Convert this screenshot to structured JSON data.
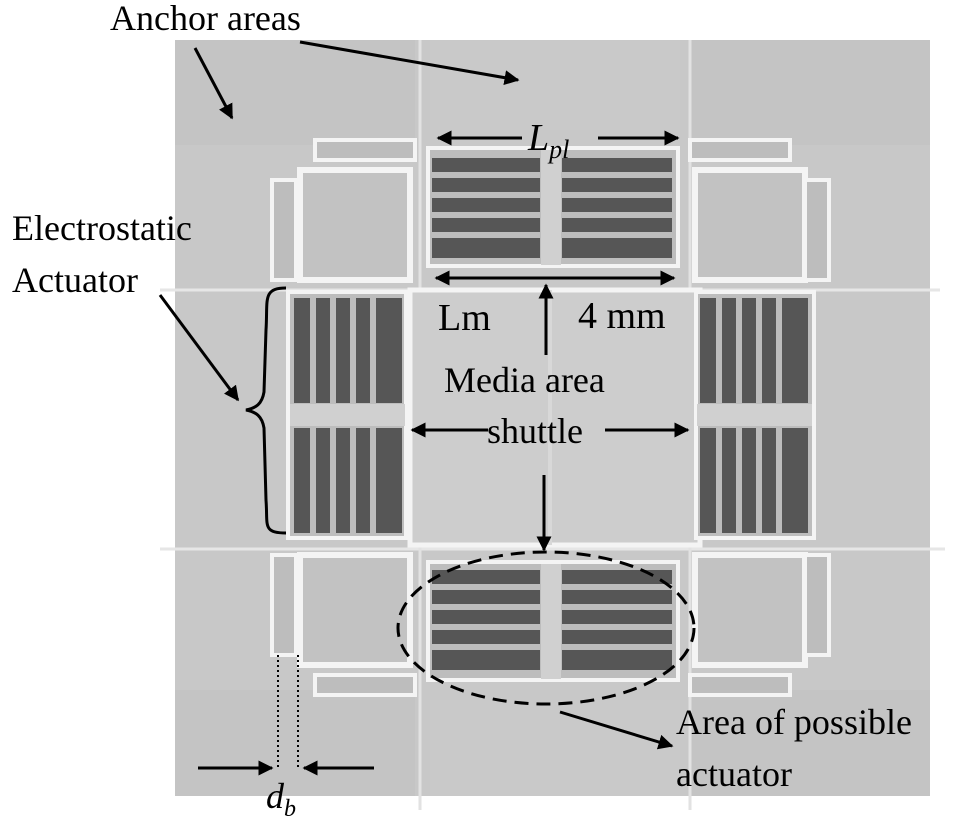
{
  "labels": {
    "anchor_areas": "Anchor areas",
    "electrostatic_line1": "Electrostatic",
    "electrostatic_line2": "Actuator",
    "lpl_main": "L",
    "lpl_sub": "pl",
    "lm": "Lm",
    "four_mm": "4 mm",
    "media_area": "Media area",
    "shuttle": "shuttle",
    "possible_line1": "Area of possible",
    "possible_line2": "actuator",
    "db_main": "d",
    "db_sub": "b"
  },
  "colors": {
    "background": "#ffffff",
    "substrate": "#c7c7c7",
    "substrate_light": "#d3d3d3",
    "comb_dark": "#555555",
    "comb_gap": "#bdbdbd",
    "beam_white": "#f4f4f4",
    "ink": "#000000"
  }
}
